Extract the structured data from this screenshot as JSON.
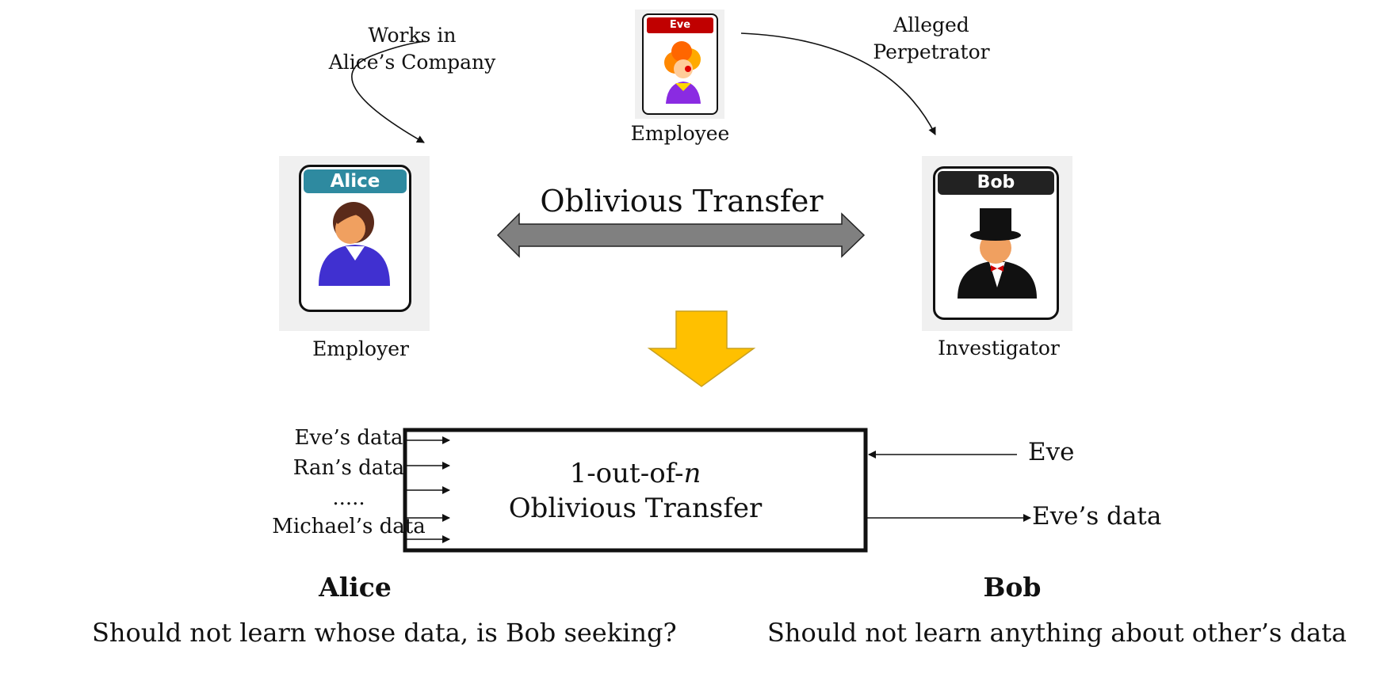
{
  "eve_card": {
    "banner": "Eve",
    "caption": "Employee",
    "banner_color": "#c00000"
  },
  "alice_card": {
    "banner": "Alice",
    "caption": "Employer",
    "banner_color": "#2e8aa0"
  },
  "bob_card": {
    "banner": "Bob",
    "caption": "Investigator",
    "banner_color": "#222222"
  },
  "left_arc_label": {
    "line1": "Works in",
    "line2": "Alice’s Company"
  },
  "right_arc_label": {
    "line1": "Alleged",
    "line2": "Perpetrator"
  },
  "ot_label": "Oblivious Transfer",
  "inputs": [
    "Eve’s data",
    "Ran’s data",
    ".....",
    "Michael’s data"
  ],
  "box": {
    "line1_prefix": "1-out-of-",
    "line1_var": "n",
    "line2": "Oblivious Transfer"
  },
  "bob_query": "Eve",
  "bob_output": "Eve’s data",
  "alice_name": "Alice",
  "bob_name": "Bob",
  "alice_requirement": "Should not learn whose data, is Bob seeking?",
  "bob_requirement": "Should not learn anything about other’s data",
  "colors": {
    "ot_arrow": "#808080",
    "down_arrow": "#ffc000",
    "down_arrow_stroke": "#c8a020"
  }
}
